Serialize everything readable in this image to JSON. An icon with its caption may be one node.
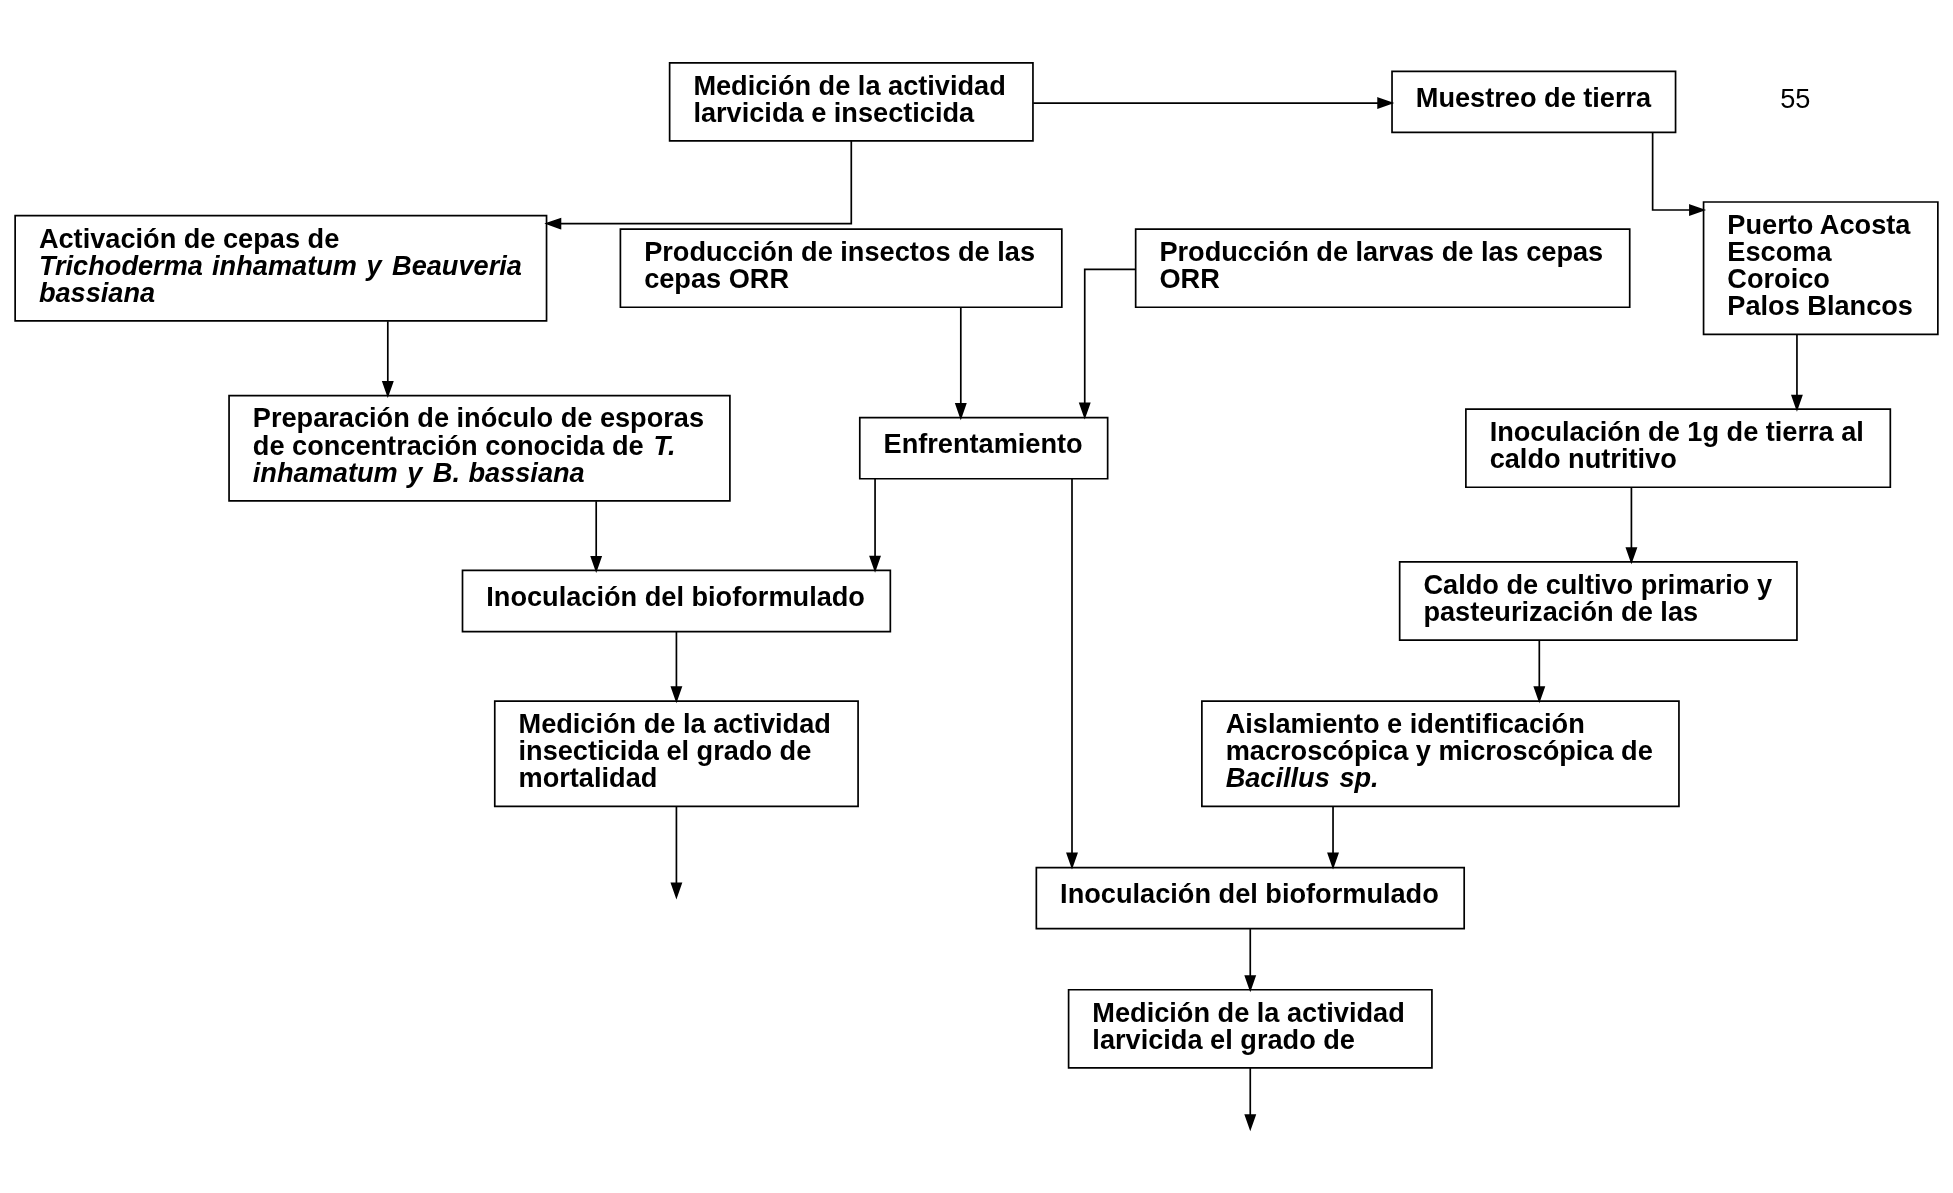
{
  "diagram": {
    "nodes": [
      {
        "text": [
          "Muestreo de tierra"
        ]
      },
      {
        "text": [
          "Medición de la actividad larvicida e insecticida"
        ]
      },
      {
        "text": [
          "Activación de cepas de *Trichoderma inhamatum y Beauveria bassiana*"
        ]
      },
      {
        "text": [
          "Puerto Acosta",
          "Escoma",
          "Coroico",
          "Palos Blancos"
        ]
      },
      {
        "text": [
          "Producción de larvas de las cepas ORR"
        ]
      },
      {
        "text": [
          "Producción de insectos de las cepas ORR"
        ]
      },
      {
        "text": [
          "Inoculación de 1g de tierra al caldo nutritivo"
        ]
      },
      {
        "text": [
          "Preparación de inóculo de esporas de concentración conocida de *T. inhamatum y B. bassiana*"
        ]
      },
      {
        "text": [
          "Caldo de cultivo primario y pasteurización de las"
        ]
      },
      {
        "text": [
          "Enfrentamiento"
        ]
      },
      {
        "text": [
          "Aislamiento e identificación macroscópica y microscópica de *Bacillus sp.*"
        ]
      },
      {
        "text": [
          "Inoculación del bioformulado"
        ]
      },
      {
        "text": [
          "Inoculación del bioformulado"
        ]
      },
      {
        "text": [
          "Medición de la actividad larvicida el grado de"
        ]
      },
      {
        "text": [
          "Medición de la actividad insecticida el grado de mortalidad"
        ]
      }
    ],
    "edges": [
      {
        "from": 1,
        "to": 0,
        "arrow": "to"
      },
      {
        "from": 1,
        "to": 2,
        "arrow": "to"
      },
      {
        "from": 0,
        "to": 3,
        "arrow": "to"
      },
      {
        "from": 3,
        "to": 6,
        "arrow": "to"
      },
      {
        "from": 6,
        "to": 8,
        "arrow": "to"
      },
      {
        "from": 8,
        "to": 10,
        "arrow": "to"
      },
      {
        "from": 2,
        "to": 7,
        "arrow": "to"
      },
      {
        "from": 4,
        "to": 9,
        "arrow": "to"
      },
      {
        "from": 5,
        "to": 9,
        "arrow": "to"
      },
      {
        "from": 9,
        "to": 11,
        "arrow": "to"
      },
      {
        "from": 9,
        "to": 12,
        "arrow": "to"
      },
      {
        "from": 10,
        "to": 11,
        "arrow": "to"
      },
      {
        "from": 7,
        "to": 12,
        "arrow": "to"
      },
      {
        "from": 11,
        "to": 13,
        "arrow": "to"
      },
      {
        "from": 12,
        "to": 14,
        "arrow": "to"
      },
      {
        "from": 13,
        "to": null,
        "arrow": "to"
      },
      {
        "from": 14,
        "to": null,
        "arrow": "to"
      }
    ],
    "labels": [
      "55"
    ]
  }
}
